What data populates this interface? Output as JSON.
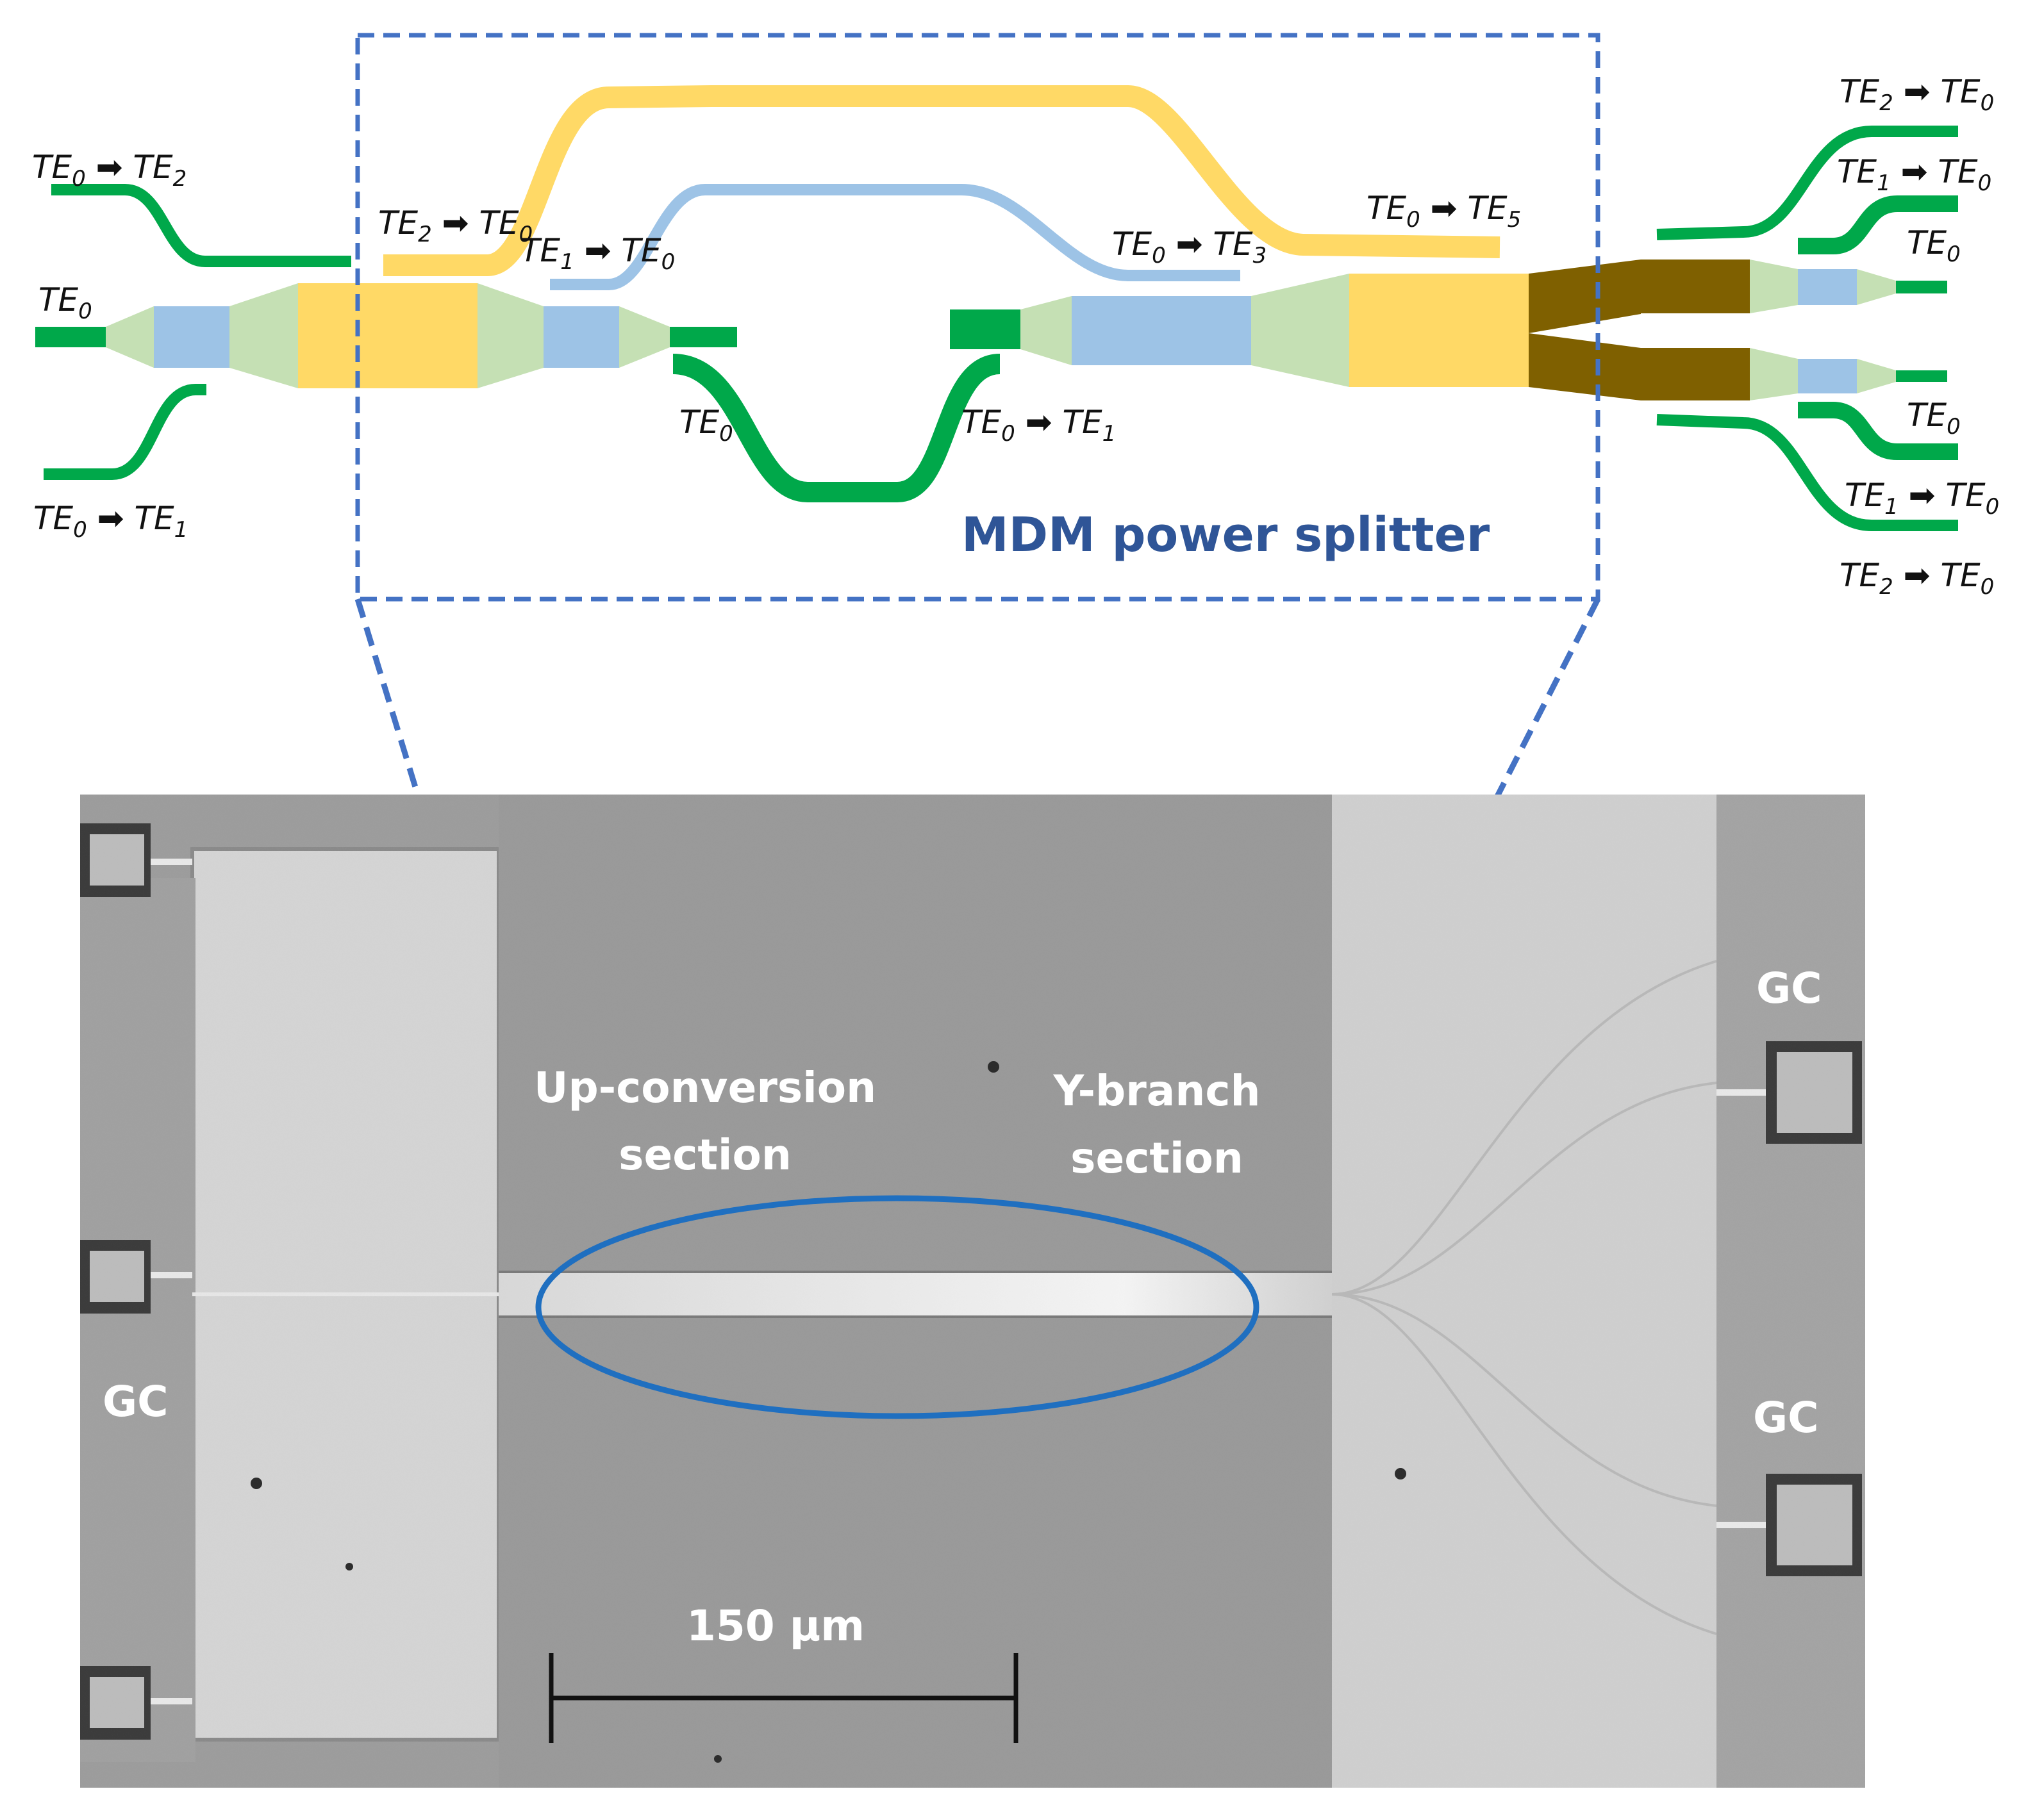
{
  "colors": {
    "green": "#00a84a",
    "yellow": "#ffd966",
    "blue": "#9dc3e6",
    "lightgreen": "#c5e0b4",
    "brown": "#7f6000",
    "frame": "#4472c4",
    "ellipse": "#1f6fc0",
    "title": "#2f5597",
    "micro_bg": "#9c9c9c"
  },
  "mode_labels": {
    "in_te0_te2": {
      "a": "TE",
      "as": "0",
      "b": "TE",
      "bs": "2"
    },
    "in_te0": {
      "a": "TE",
      "as": "0"
    },
    "in_te0_te1": {
      "a": "TE",
      "as": "0",
      "b": "TE",
      "bs": "1"
    },
    "c_te2_te0": {
      "a": "TE",
      "as": "2",
      "b": "TE",
      "bs": "0"
    },
    "c_te1_te0": {
      "a": "TE",
      "as": "1",
      "b": "TE",
      "bs": "0"
    },
    "c_te0_low": {
      "a": "TE",
      "as": "0"
    },
    "c_te0_te1": {
      "a": "TE",
      "as": "0",
      "b": "TE",
      "bs": "1"
    },
    "c_te0_te3": {
      "a": "TE",
      "as": "0",
      "b": "TE",
      "bs": "3"
    },
    "c_te0_te5": {
      "a": "TE",
      "as": "0",
      "b": "TE",
      "bs": "5"
    },
    "o_te2_te0_top": {
      "a": "TE",
      "as": "2",
      "b": "TE",
      "bs": "0"
    },
    "o_te1_te0_top": {
      "a": "TE",
      "as": "1",
      "b": "TE",
      "bs": "0"
    },
    "o_te0_top": {
      "a": "TE",
      "as": "0"
    },
    "o_te0_bot": {
      "a": "TE",
      "as": "0"
    },
    "o_te1_te0_bot": {
      "a": "TE",
      "as": "1",
      "b": "TE",
      "bs": "0"
    },
    "o_te2_te0_bot": {
      "a": "TE",
      "as": "2",
      "b": "TE",
      "bs": "0"
    }
  },
  "title": "MDM power splitter",
  "micrograph": {
    "gc_left": "GC",
    "gc_right_top": "GC",
    "gc_right_bottom": "GC",
    "up_conversion_line1": "Up-conversion",
    "up_conversion_line2": "section",
    "ybranch_line1": "Y-branch",
    "ybranch_line2": "section",
    "scale_bar": "150 µm"
  }
}
